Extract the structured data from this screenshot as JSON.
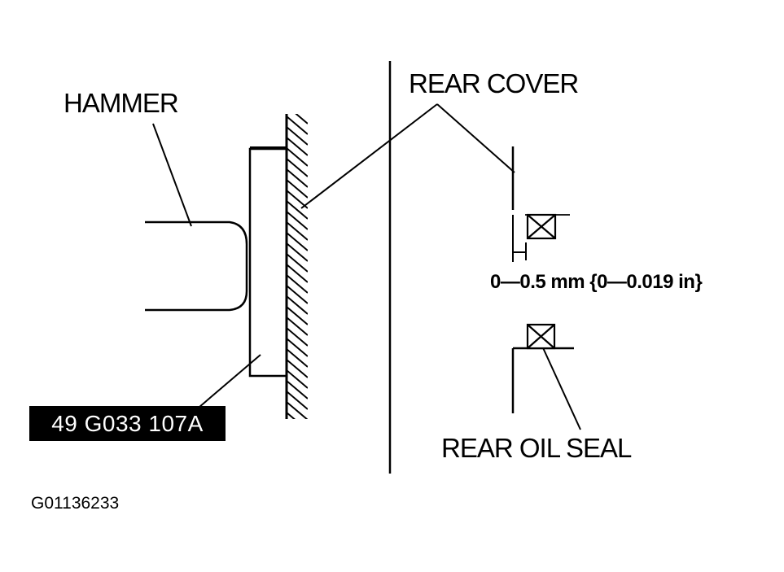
{
  "diagram": {
    "labels": {
      "hammer": "HAMMER",
      "rear_cover": "REAR COVER",
      "rear_oil_seal": "REAR OIL SEAL",
      "clearance": "0—0.5 mm {0—0.019 in}",
      "tool_number": "49 G033 107A",
      "figure_id": "G01136233"
    },
    "colors": {
      "ink": "#000000",
      "paper": "#ffffff",
      "badge_background": "#000000",
      "badge_text": "#ffffff"
    }
  }
}
